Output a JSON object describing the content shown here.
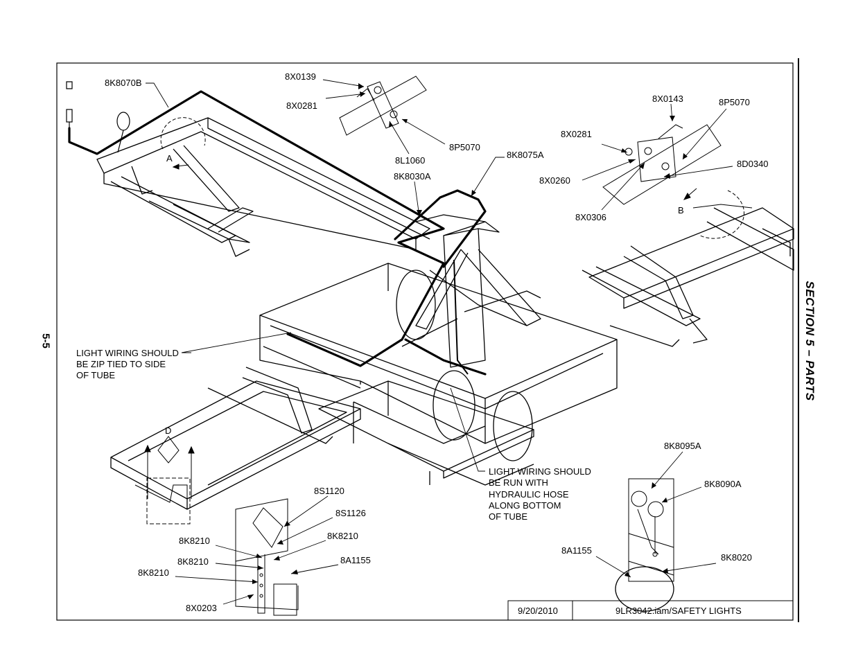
{
  "header": {
    "section_title": "SECTION 5 – PARTS",
    "page_number": "5-5"
  },
  "title_block": {
    "date": "9/20/2010",
    "drawing": "9LR3042.iam/SAFETY LIGHTS"
  },
  "detail_letters": [
    "A",
    "B",
    "D"
  ],
  "callouts": [
    {
      "id": "c1",
      "text": "8K8070B"
    },
    {
      "id": "c2",
      "text": "8X0139"
    },
    {
      "id": "c3",
      "text": "8X0281"
    },
    {
      "id": "c4",
      "text": "8L1060"
    },
    {
      "id": "c5",
      "text": "8P5070"
    },
    {
      "id": "c6",
      "text": "8K8030A"
    },
    {
      "id": "c7",
      "text": "8K8075A"
    },
    {
      "id": "c8",
      "text": "8X0143"
    },
    {
      "id": "c9",
      "text": "8P5070"
    },
    {
      "id": "c10",
      "text": "8X0281"
    },
    {
      "id": "c11",
      "text": "8D0340"
    },
    {
      "id": "c12",
      "text": "8X0260"
    },
    {
      "id": "c13",
      "text": "8X0306"
    },
    {
      "id": "c14",
      "text": "8K8095A"
    },
    {
      "id": "c15",
      "text": "8K8090A"
    },
    {
      "id": "c16",
      "text": "8A1155"
    },
    {
      "id": "c17",
      "text": "8K8020"
    },
    {
      "id": "c18",
      "text": "8S1120"
    },
    {
      "id": "c19",
      "text": "8S1126"
    },
    {
      "id": "c20",
      "text": "8K8210"
    },
    {
      "id": "c21",
      "text": "8K8210"
    },
    {
      "id": "c22",
      "text": "8K8210"
    },
    {
      "id": "c23",
      "text": "8K8210"
    },
    {
      "id": "c24",
      "text": "8A1155"
    },
    {
      "id": "c25",
      "text": "8X0203"
    }
  ],
  "notes": {
    "zip_tie": [
      "LIGHT WIRING SHOULD",
      "BE ZIP TIED TO SIDE",
      "OF TUBE"
    ],
    "hydraulic": [
      "LIGHT WIRING SHOULD",
      "BE RUN WITH",
      "HYDRAULIC HOSE",
      "ALONG BOTTOM",
      "OF TUBE"
    ]
  }
}
